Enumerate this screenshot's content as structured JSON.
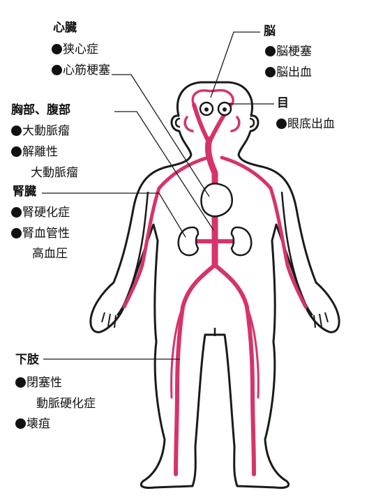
{
  "colors": {
    "artery": "#d6336c",
    "outline": "#1a1a1a",
    "background": "#ffffff",
    "organ_fill": "#ffffff"
  },
  "heart": {
    "heading": "心臓",
    "items": [
      "狭心症",
      "心筋梗塞"
    ]
  },
  "brain": {
    "heading": "脳",
    "items": [
      "脳梗塞",
      "脳出血"
    ]
  },
  "eye": {
    "heading": "目",
    "items": [
      "眼底出血"
    ]
  },
  "chest_abdomen": {
    "heading": "胸部、腹部",
    "items": [
      "大動脈瘤",
      "解離性"
    ],
    "continuation": "大動脈瘤"
  },
  "kidney": {
    "heading": "腎臓",
    "items": [
      "腎硬化症",
      "腎血管性"
    ],
    "continuation": "高血圧"
  },
  "lower_limb": {
    "heading": "下肢",
    "items": [
      "閉塞性",
      "壊疽"
    ],
    "continuation": "動脈硬化症"
  }
}
